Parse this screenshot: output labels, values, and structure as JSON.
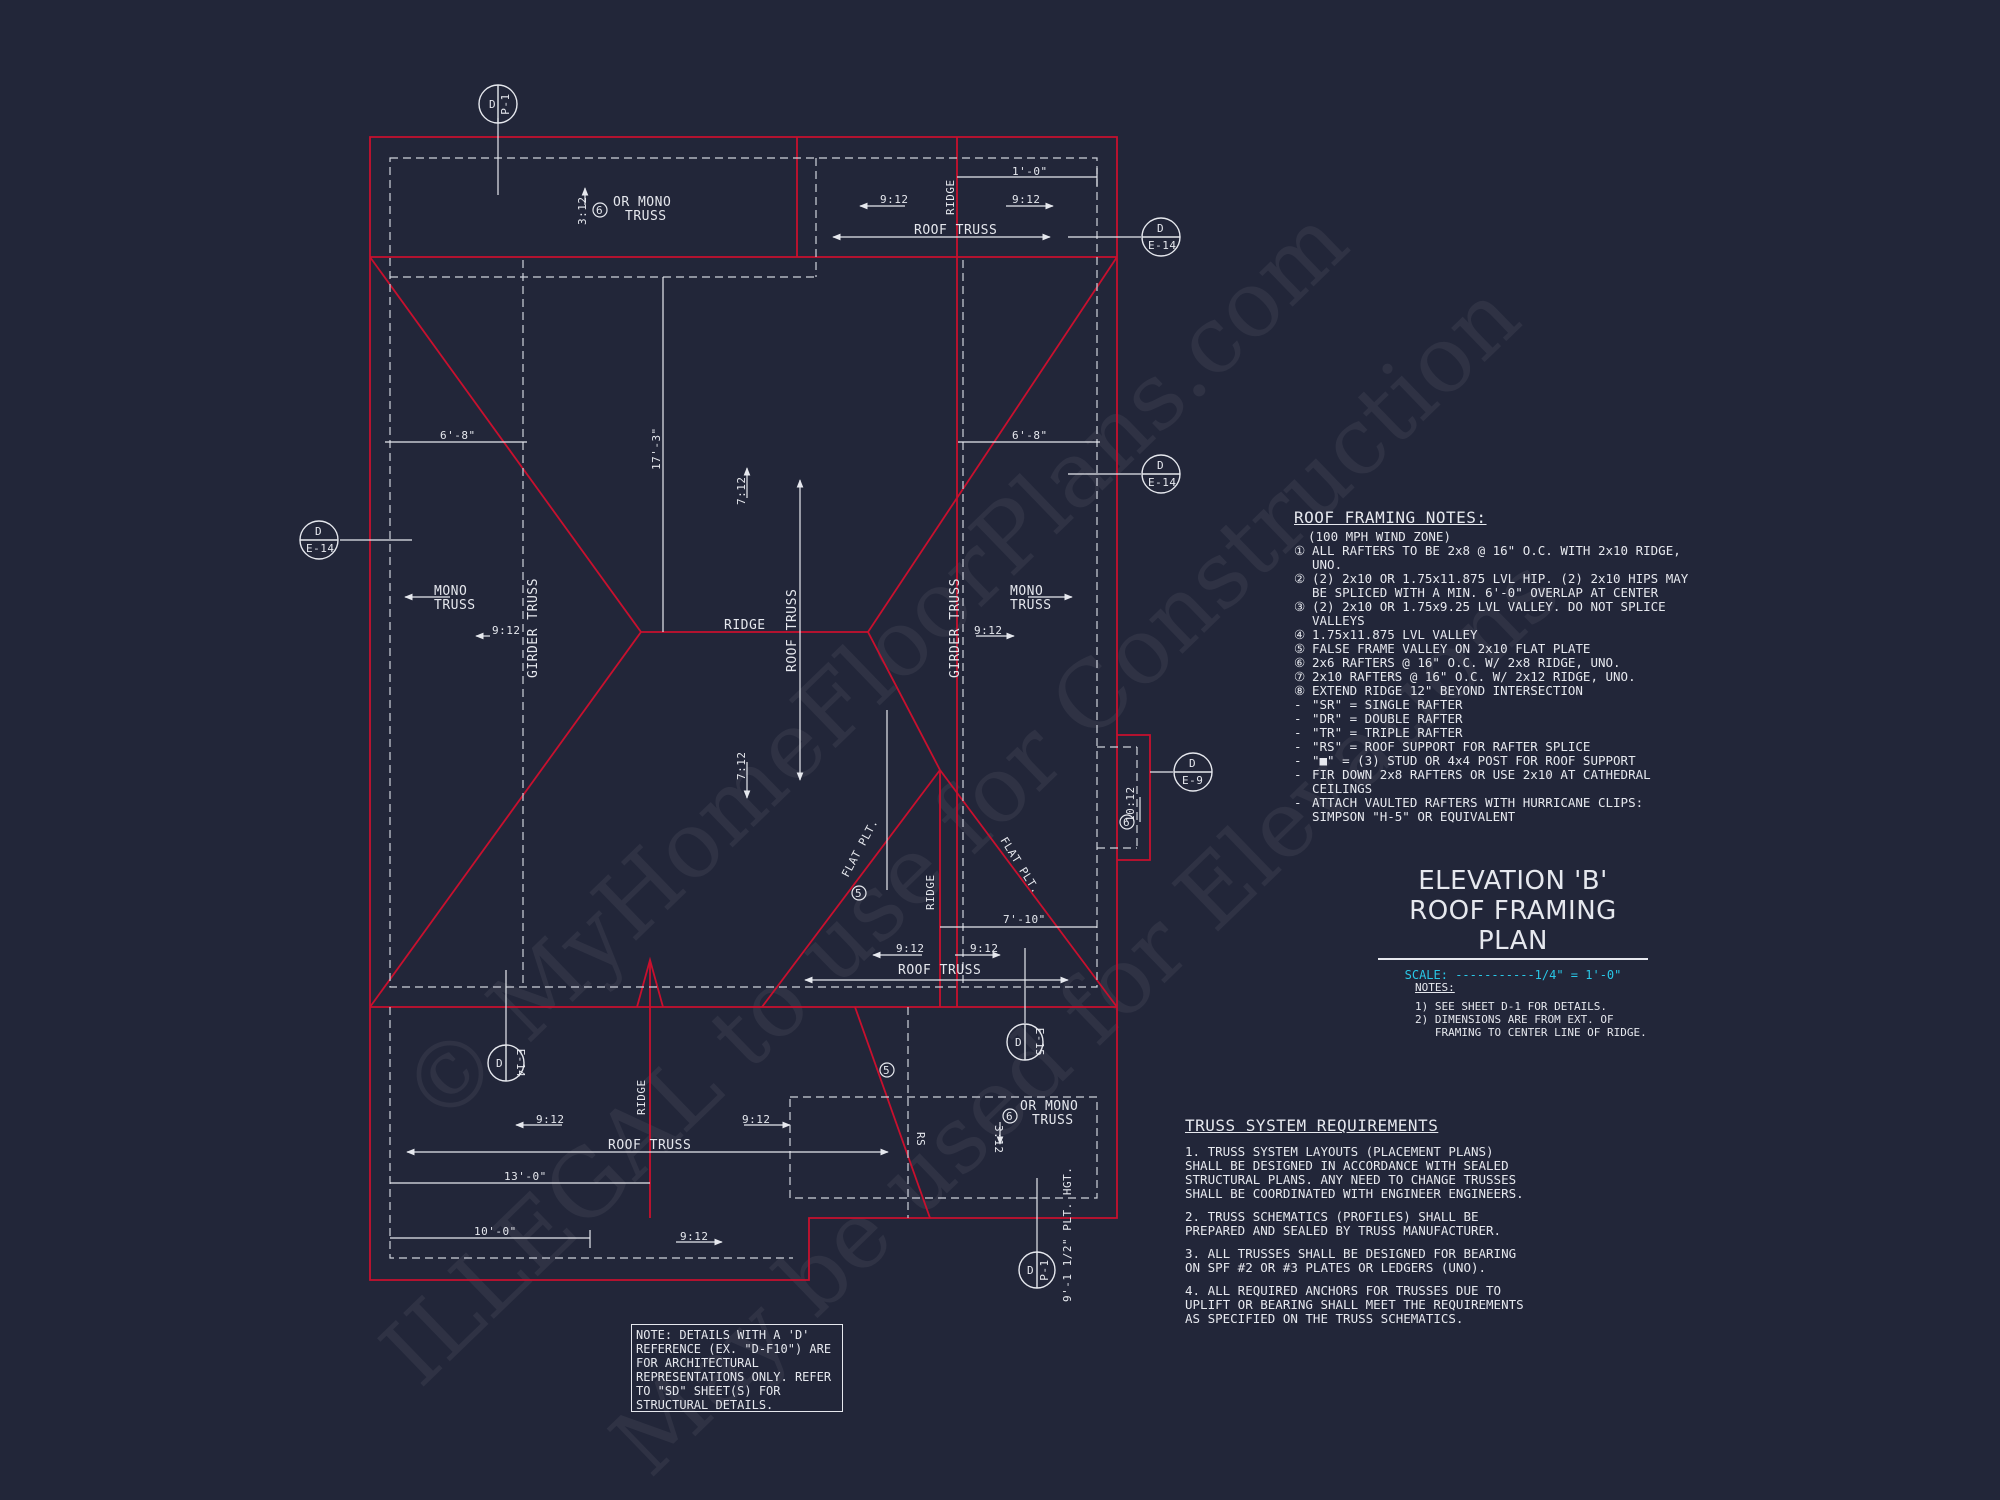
{
  "watermark": {
    "line1": "© MyHomeFloorPlans.com",
    "line2": "ILLEGAL to use for Construction",
    "line3": "May be used for Elevations"
  },
  "colors": {
    "background": "#222639",
    "roof_edge": "#c8102e",
    "linework": "#e6e8ee",
    "scale": "#29c7e6"
  },
  "plan_labels": {
    "mono_top": "OR MONO",
    "truss_top": "TRUSS",
    "pitch_3_12_top": "3:12",
    "marker6": "6",
    "ridge": "RIDGE",
    "roof_truss": "ROOF TRUSS",
    "pitch_9_12": "9:12",
    "pitch_7_12": "7:12",
    "pitch_10_12": "10:12",
    "pitch_3_12": "3:12",
    "dim_1_0": "1'-0\"",
    "dim_6_8": "6'-8\"",
    "dim_17_3": "17'-3\"",
    "dim_7_10": "7'-10\"",
    "dim_13_0": "13'-0\"",
    "dim_10_0": "10'-0\"",
    "mono": "MONO",
    "truss": "TRUSS",
    "girder_truss": "GIRDER TRUSS",
    "flat_plt": "FLAT PLT.",
    "marker5": "5",
    "rs": "RS",
    "plt_hgt": "9'-1 1/2\" PLT. HGT."
  },
  "section_markers": [
    {
      "letter": "D",
      "sheet": "P-1"
    },
    {
      "letter": "D",
      "sheet": "E-14"
    },
    {
      "letter": "D",
      "sheet": "E-14"
    },
    {
      "letter": "D",
      "sheet": "E-14"
    },
    {
      "letter": "D",
      "sheet": "E-9"
    },
    {
      "letter": "D",
      "sheet": "E-14"
    },
    {
      "letter": "D",
      "sheet": "E-15"
    },
    {
      "letter": "D",
      "sheet": "P-1"
    }
  ],
  "roof_notes": {
    "title": "ROOF FRAMING NOTES:",
    "subtitle": "(100 MPH WIND ZONE)",
    "items": [
      {
        "mark": "①",
        "text": "ALL RAFTERS TO BE 2x8 @ 16\" O.C. WITH 2x10 RIDGE, UNO."
      },
      {
        "mark": "②",
        "text": "(2) 2x10 OR 1.75x11.875 LVL HIP. (2) 2x10 HIPS MAY BE SPLICED WITH A MIN. 6'-0\" OVERLAP AT CENTER"
      },
      {
        "mark": "③",
        "text": "(2) 2x10 OR 1.75x9.25 LVL VALLEY. DO NOT SPLICE VALLEYS"
      },
      {
        "mark": "④",
        "text": "1.75x11.875 LVL VALLEY"
      },
      {
        "mark": "⑤",
        "text": "FALSE FRAME VALLEY ON 2x10 FLAT PLATE"
      },
      {
        "mark": "⑥",
        "text": "2x6 RAFTERS @ 16\" O.C. W/ 2x8 RIDGE, UNO."
      },
      {
        "mark": "⑦",
        "text": "2x10 RAFTERS @ 16\" O.C. W/ 2x12 RIDGE, UNO."
      },
      {
        "mark": "⑧",
        "text": "EXTEND RIDGE 12\" BEYOND INTERSECTION"
      },
      {
        "mark": "-",
        "text": "\"SR\" = SINGLE RAFTER"
      },
      {
        "mark": "-",
        "text": "\"DR\" = DOUBLE RAFTER"
      },
      {
        "mark": "-",
        "text": "\"TR\" = TRIPLE RAFTER"
      },
      {
        "mark": "-",
        "text": "\"RS\" = ROOF SUPPORT FOR RAFTER SPLICE"
      },
      {
        "mark": "-",
        "text": "\"■\" = (3) STUD OR 4x4 POST FOR ROOF SUPPORT"
      },
      {
        "mark": "-",
        "text": "FIR DOWN 2x8 RAFTERS OR USE 2x10 AT CATHEDRAL CEILINGS"
      },
      {
        "mark": "-",
        "text": "ATTACH VAULTED RAFTERS WITH HURRICANE CLIPS: SIMPSON \"H-5\" OR EQUIVALENT"
      }
    ]
  },
  "title_block": {
    "line1": "ELEVATION 'B'",
    "line2": "ROOF FRAMING PLAN",
    "scale": "SCALE: -----------1/4\" = 1'-0\""
  },
  "general_notes": {
    "heading": "NOTES:",
    "items": [
      "1) SEE SHEET D-1 FOR DETAILS.",
      "2) DIMENSIONS ARE FROM EXT. OF",
      "   FRAMING TO CENTER LINE OF RIDGE."
    ]
  },
  "truss_requirements": {
    "title": "TRUSS SYSTEM REQUIREMENTS",
    "items": [
      "1. TRUSS SYSTEM LAYOUTS (PLACEMENT PLANS) SHALL BE DESIGNED IN ACCORDANCE WITH SEALED STRUCTURAL PLANS. ANY NEED TO CHANGE TRUSSES SHALL BE COORDINATED WITH ENGINEER ENGINEERS.",
      "2. TRUSS SCHEMATICS (PROFILES) SHALL BE PREPARED AND SEALED BY TRUSS MANUFACTURER.",
      "3. ALL TRUSSES SHALL BE DESIGNED FOR BEARING ON SPF #2 OR #3 PLATES OR LEDGERS (UNO).",
      "4. ALL REQUIRED ANCHORS FOR TRUSSES DUE TO UPLIFT OR BEARING SHALL MEET THE REQUIREMENTS AS SPECIFIED ON THE TRUSS SCHEMATICS."
    ]
  },
  "detail_note": "NOTE: DETAILS WITH A 'D' REFERENCE (EX. \"D-F10\") ARE FOR ARCHITECTURAL REPRESENTATIONS ONLY. REFER TO \"SD\" SHEET(S) FOR STRUCTURAL DETAILS."
}
